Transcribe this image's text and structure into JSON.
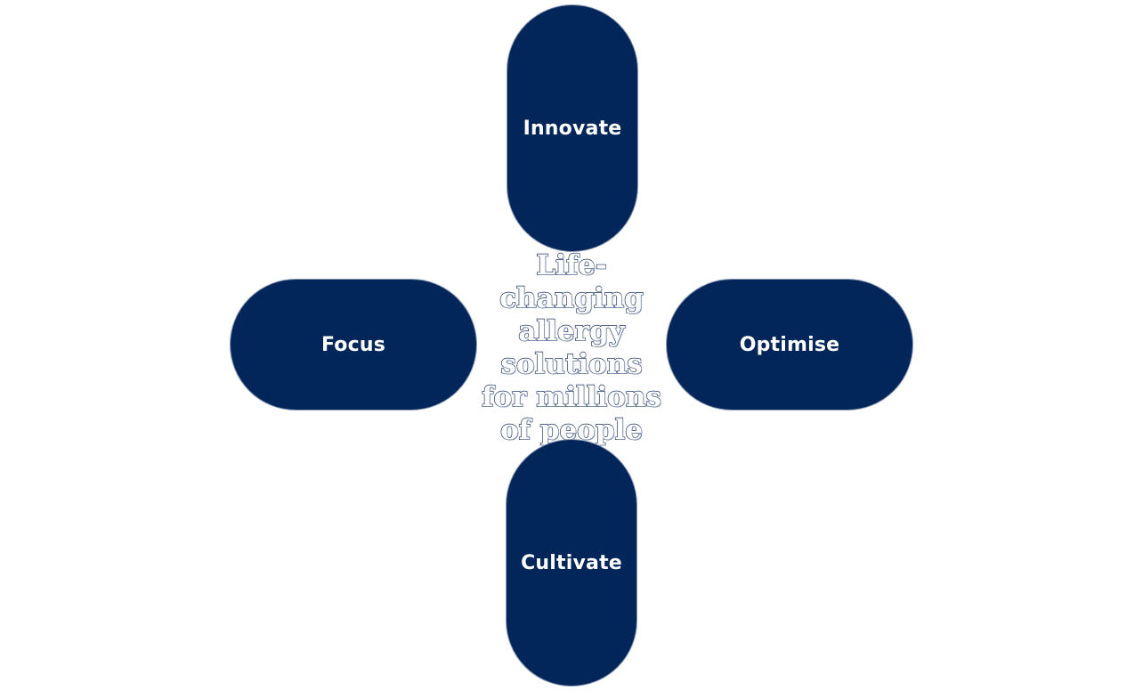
{
  "diagram": {
    "center": {
      "text": "Life-changing allergy solutions for millions of people"
    },
    "nodes": {
      "top": {
        "label": "Innovate"
      },
      "left": {
        "label": "Focus"
      },
      "right": {
        "label": "Optimise"
      },
      "bottom": {
        "label": "Cultivate"
      }
    },
    "colors": {
      "pill_fill": "#03265a",
      "pill_text": "#ffffff",
      "center_text_outline": "#1f3466",
      "background": "#ffffff"
    }
  }
}
